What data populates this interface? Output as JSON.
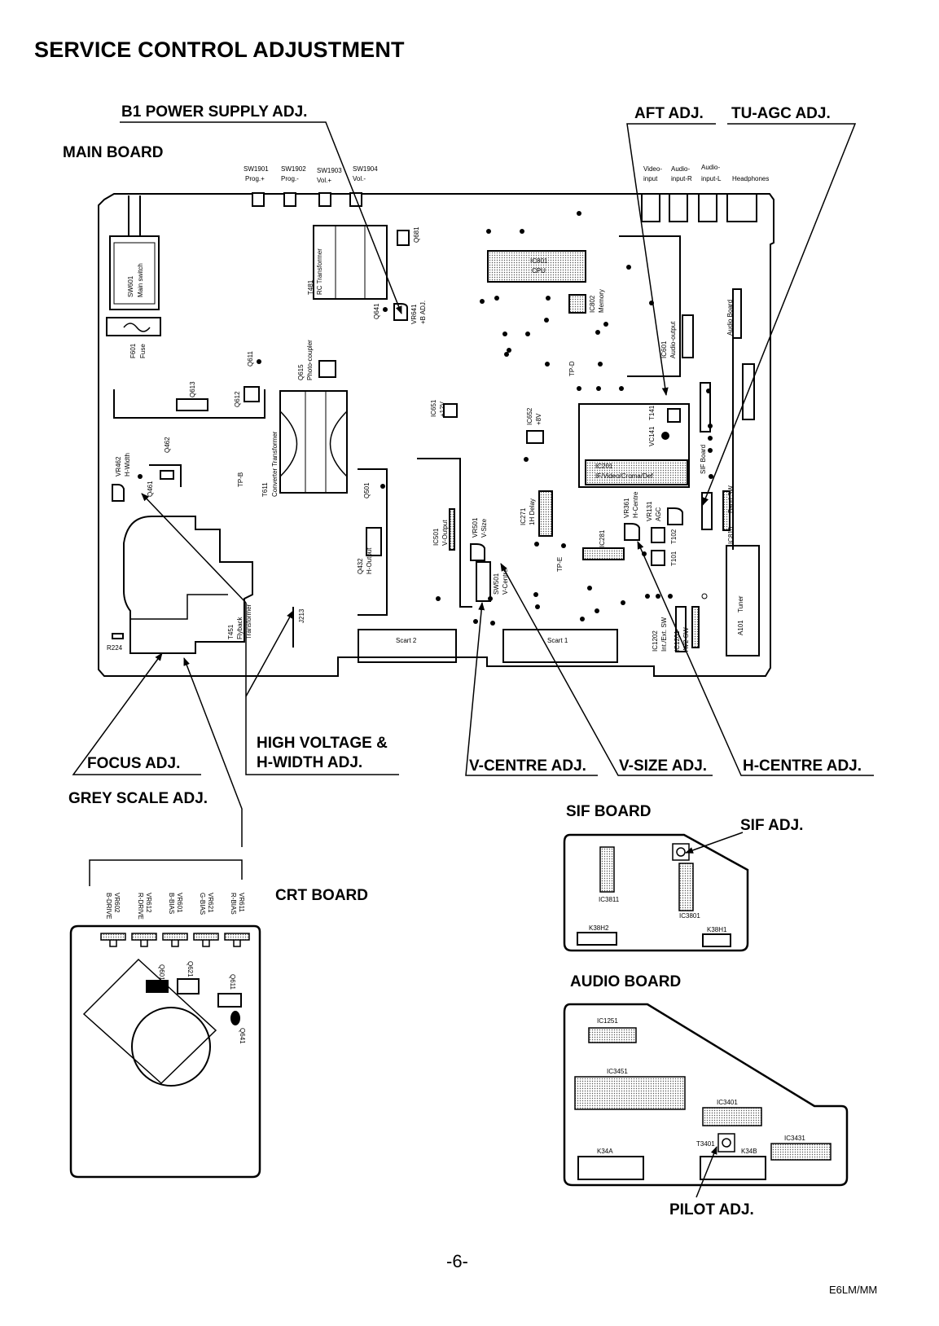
{
  "title": "SERVICE CONTROL ADJUSTMENT",
  "boards": {
    "main": "MAIN BOARD",
    "crt": "CRT BOARD",
    "sif": "SIF BOARD",
    "audio": "AUDIO BOARD"
  },
  "adjustments": {
    "b1_power_supply": "B1 POWER SUPPLY ADJ.",
    "aft": "AFT ADJ.",
    "tu_agc": "TU-AGC ADJ.",
    "focus": "FOCUS ADJ.",
    "grey_scale": "GREY SCALE ADJ.",
    "high_voltage_1": "HIGH VOLTAGE &",
    "high_voltage_2": "H-WIDTH ADJ.",
    "v_centre": "V-CENTRE ADJ.",
    "v_size": "V-SIZE ADJ.",
    "h_centre": "H-CENTRE ADJ.",
    "sif": "SIF ADJ.",
    "pilot": "PILOT ADJ."
  },
  "main_board": {
    "switches": [
      {
        "ref": "SW1901",
        "desc": "Prog.+"
      },
      {
        "ref": "SW1902",
        "desc": "Prog.-"
      },
      {
        "ref": "SW1903",
        "desc": "Vol.+"
      },
      {
        "ref": "SW1904",
        "desc": "Vol.-"
      }
    ],
    "jacks": {
      "video_input_1": "Video-",
      "video_input_2": "input",
      "audio_r_1": "Audio-",
      "audio_r_2": "input-R",
      "audio_l_1": "Audio-",
      "audio_l_2": "input-L",
      "headphones": "Headphones"
    },
    "labels": {
      "sw601": "SW601",
      "main_switch": "Main switch",
      "f601": "F601",
      "fuse": "Fuse",
      "t481": "T481",
      "rc_transformer": "RC Transformer",
      "q681": "Q681",
      "q641": "Q641",
      "vr641": "VR641",
      "b_adj": "+B ADJ.",
      "ic801": "IC801",
      "cpu": "CPU",
      "ic802": "IC802",
      "memory": "Memory",
      "ic601": "IC601",
      "audio_output": "Audio-output",
      "audio_board": "Audio Board",
      "q611": "Q611",
      "q612": "Q612",
      "q613": "Q613",
      "q615": "Q615",
      "photo_coupler": "Photo-coupler",
      "tp_d": "TP-D",
      "ic651": "IC651",
      "v12": "+12V",
      "ic652": "IC652",
      "v8": "+8V",
      "vc141": "VC141",
      "t141": "T141",
      "ic201": "IC201",
      "ic201_desc": "IF/Video/Croma/Def",
      "sif_board": "SIF Board",
      "vr462": "VR462",
      "h_width": "H-Width",
      "q462": "Q462",
      "q461": "Q461",
      "tp_b": "TP-B",
      "t611": "T611",
      "converter_transformer": "Converter Transformer",
      "q501": "Q501",
      "ic501": "IC501",
      "v_output": "V-Output",
      "vr501": "VR501",
      "v_size": "V-Size",
      "ic271": "IC271",
      "h1_delay": "1H Delay",
      "vr361": "VR361",
      "h_centre": "H-Centre",
      "vr131": "VR131",
      "agc": "AGC",
      "ic810": "IC810",
      "band_sw": "Band SW",
      "q432": "Q432",
      "h_output": "H-Output",
      "sw501": "SW501",
      "v_centre": "V-Centre",
      "ic281": "IC281",
      "t101": "T101",
      "t102": "T102",
      "tp_e": "TP-E",
      "a101": "A101",
      "tuner": "Tuner",
      "t451": "T451",
      "flyback": "Flyback",
      "transformer": "Transformer",
      "j213": "J213",
      "r224": "R224",
      "scart2": "Scart 2",
      "scart1": "Scart 1",
      "ic1202": "IC1202",
      "int_ext": "Int./Ext. SW",
      "ic1201": "IC1201",
      "av2_sw": "AV2 SW"
    }
  },
  "crt_board": {
    "pots": [
      {
        "ref": "VR602",
        "desc": "B-DRIVE"
      },
      {
        "ref": "VR612",
        "desc": "R-DRIVE"
      },
      {
        "ref": "VR601",
        "desc": "B-BIAS"
      },
      {
        "ref": "VR621",
        "desc": "G-BIAS"
      },
      {
        "ref": "VR611",
        "desc": "R-BIAS"
      }
    ],
    "q601": "Q601",
    "q621": "Q621",
    "q611": "Q611",
    "q641": "Q641"
  },
  "sif_board": {
    "ic3811": "IC3811",
    "ic3801": "IC3801",
    "k38h2": "K38H2",
    "k38h1": "K38H1"
  },
  "audio_board": {
    "ic1251": "IC1251",
    "ic3451": "IC3451",
    "ic3401": "IC3401",
    "ic3431": "IC3431",
    "t3401": "T3401",
    "k34a": "K34A",
    "k34b": "K34B"
  },
  "page_number": "-6-",
  "doc_code": "E6LM/MM"
}
